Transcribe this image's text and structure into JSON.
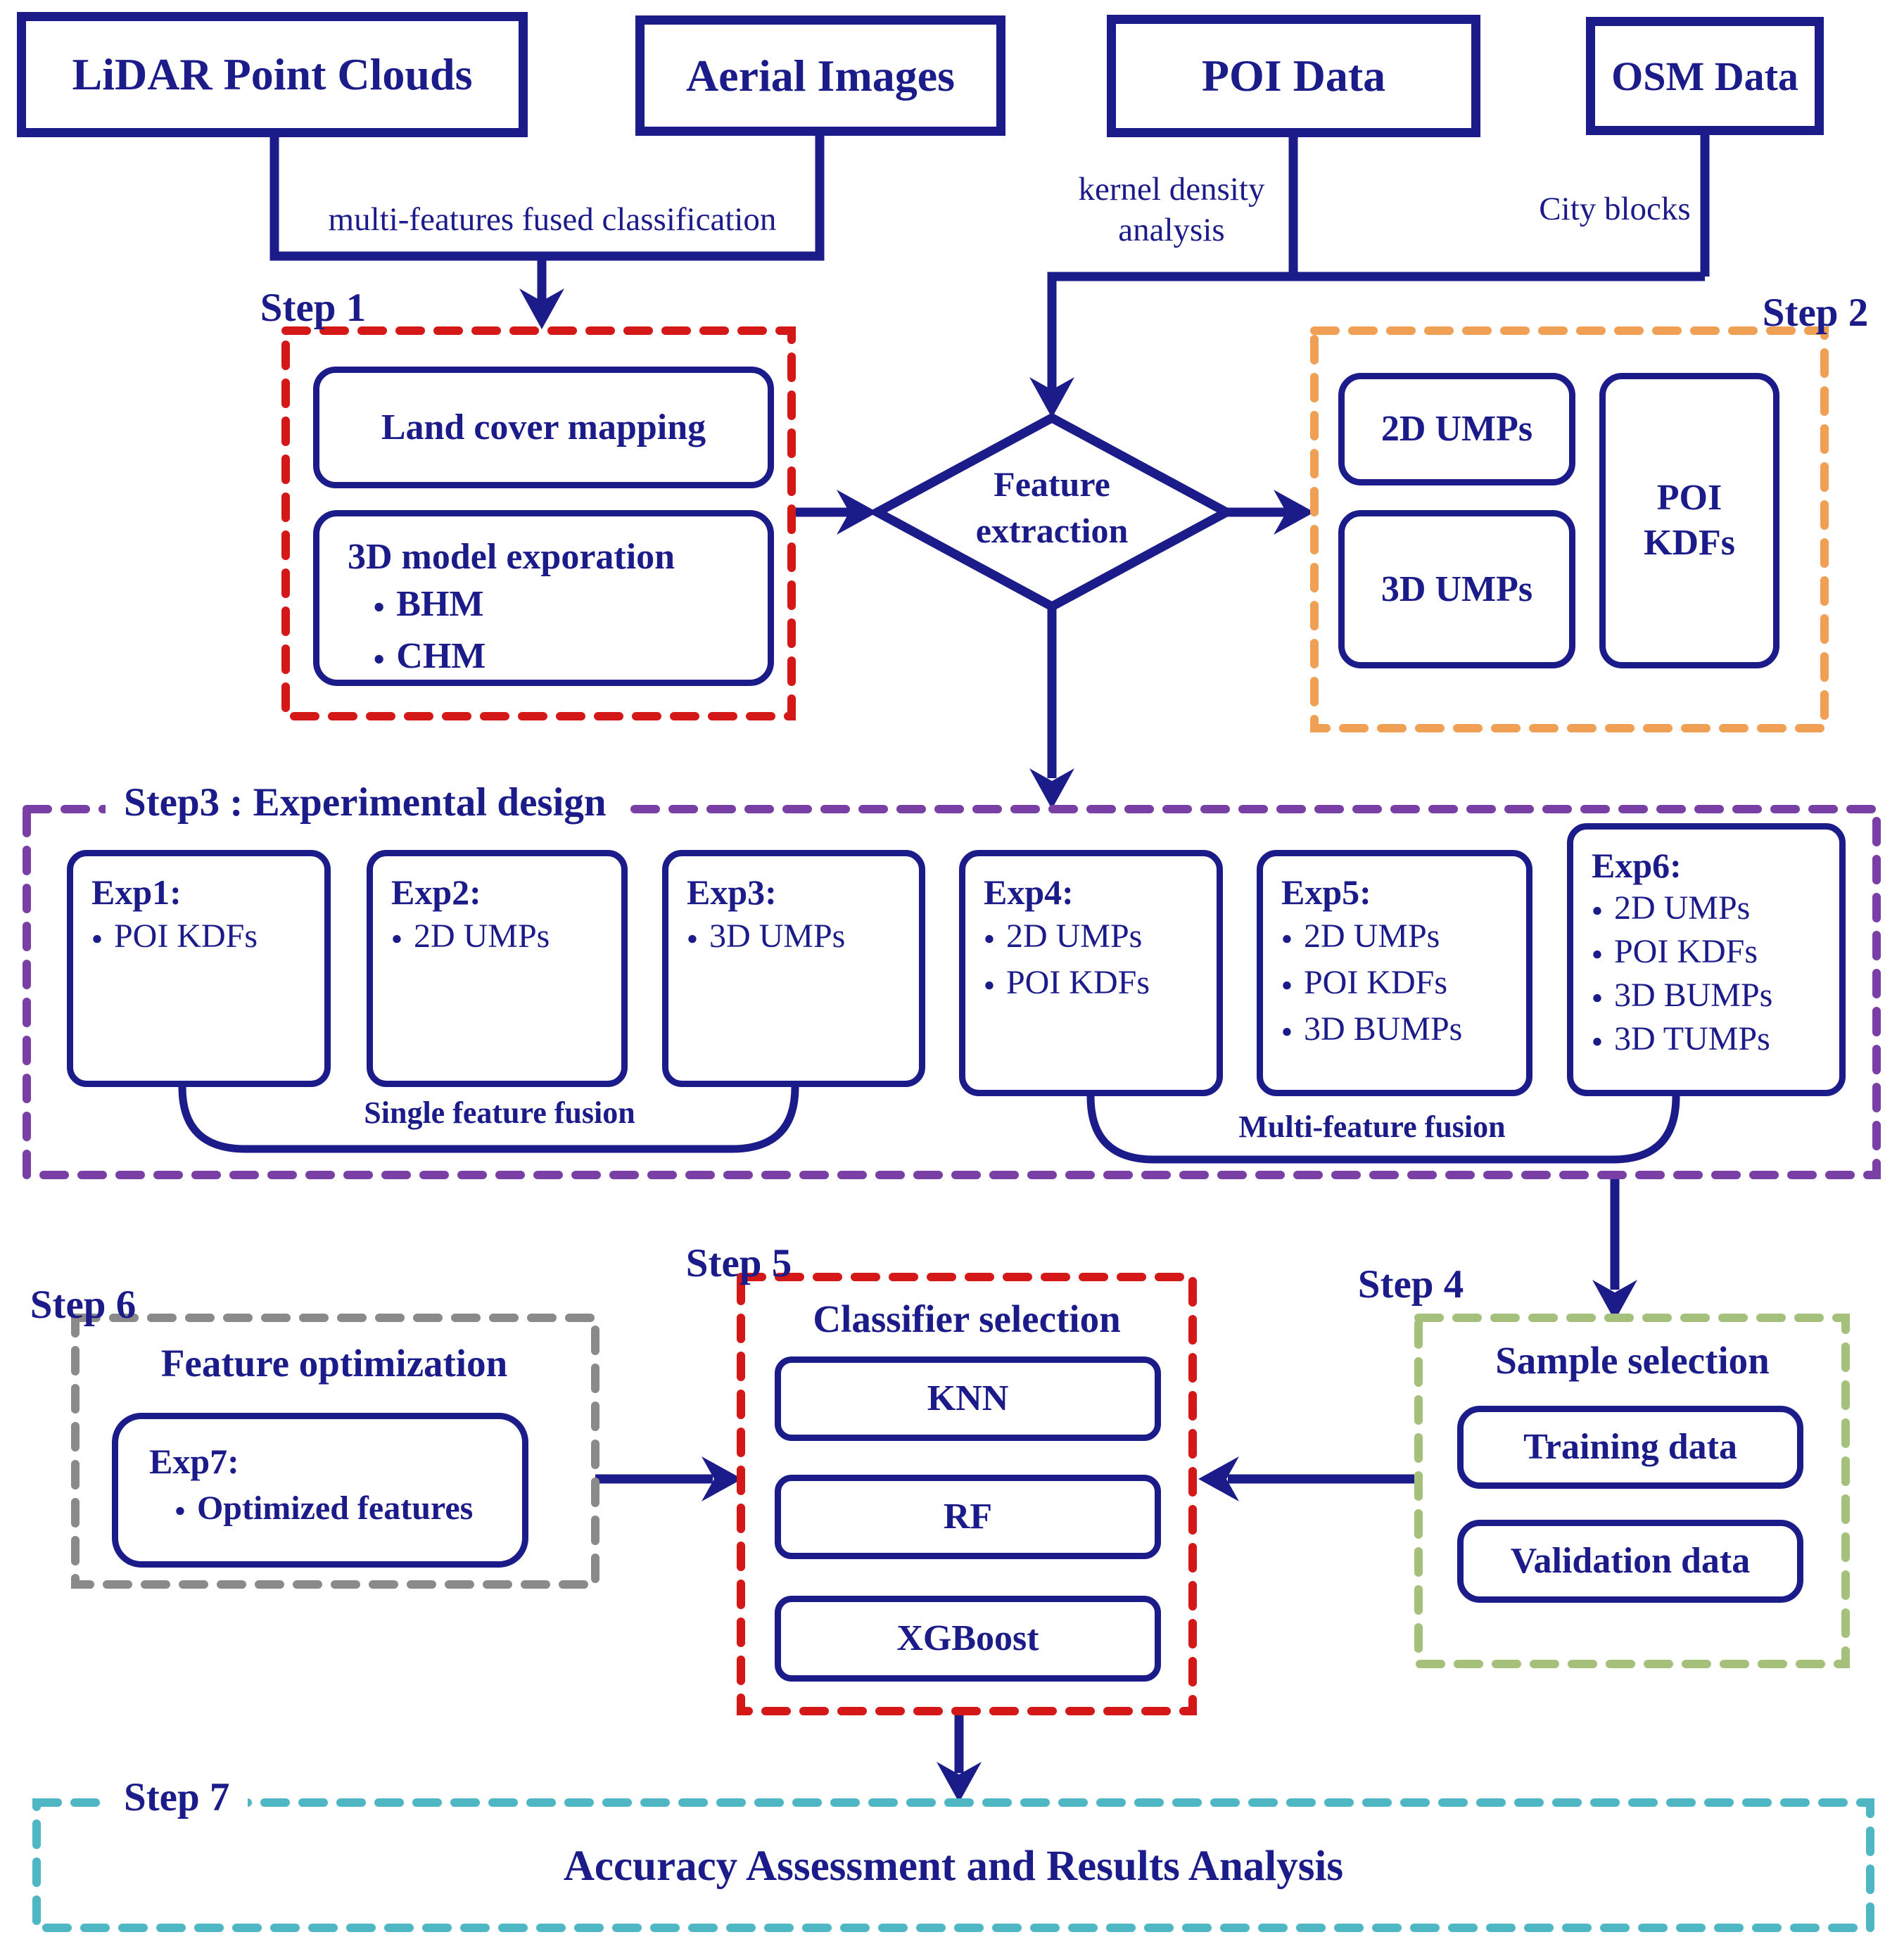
{
  "colors": {
    "navy": "#1b1b8a",
    "step1_border": "#d41717",
    "step2_border": "#f0a055",
    "step3_border": "#7a3fa5",
    "step4_border": "#a5c07a",
    "step5_border": "#d41717",
    "step6_border": "#8a8a8a",
    "step7_border": "#4fb6c4"
  },
  "sources": {
    "lidar": "LiDAR Point Clouds",
    "aerial": "Aerial Images",
    "poi": "POI Data",
    "osm": "OSM Data"
  },
  "connector_labels": {
    "fused": "multi-features fused classification",
    "kernel_line1": "kernel density",
    "kernel_line2": "analysis",
    "city": "City blocks"
  },
  "diamond": {
    "line1": "Feature",
    "line2": "extraction"
  },
  "step1": {
    "label": "Step 1",
    "land_cover": "Land cover mapping",
    "model_title": "3D model exporation",
    "model_items": [
      "BHM",
      "CHM"
    ]
  },
  "step2": {
    "label": "Step 2",
    "boxes": [
      "2D UMPs",
      "3D UMPs",
      "POI KDFs"
    ]
  },
  "step3": {
    "label": "Step3 : Experimental design",
    "experiments": [
      {
        "title": "Exp1:",
        "items": [
          "POI KDFs"
        ]
      },
      {
        "title": "Exp2:",
        "items": [
          "2D UMPs"
        ]
      },
      {
        "title": "Exp3:",
        "items": [
          "3D UMPs"
        ]
      },
      {
        "title": "Exp4:",
        "items": [
          "2D UMPs",
          "POI KDFs"
        ]
      },
      {
        "title": "Exp5:",
        "items": [
          "2D UMPs",
          "POI KDFs",
          "3D BUMPs"
        ]
      },
      {
        "title": "Exp6:",
        "items": [
          "2D UMPs",
          "POI KDFs",
          "3D BUMPs",
          "3D TUMPs"
        ]
      }
    ],
    "single_fusion": "Single feature fusion",
    "multi_fusion": "Multi-feature fusion"
  },
  "step4": {
    "label": "Step 4",
    "title": "Sample selection",
    "boxes": [
      "Training data",
      "Validation data"
    ]
  },
  "step5": {
    "label": "Step 5",
    "title": "Classifier selection",
    "boxes": [
      "KNN",
      "RF",
      "XGBoost"
    ]
  },
  "step6": {
    "label": "Step 6",
    "title": "Feature optimization",
    "exp_title": "Exp7:",
    "exp_items": [
      "Optimized features"
    ]
  },
  "step7": {
    "label": "Step 7",
    "title": "Accuracy Assessment and Results Analysis"
  }
}
